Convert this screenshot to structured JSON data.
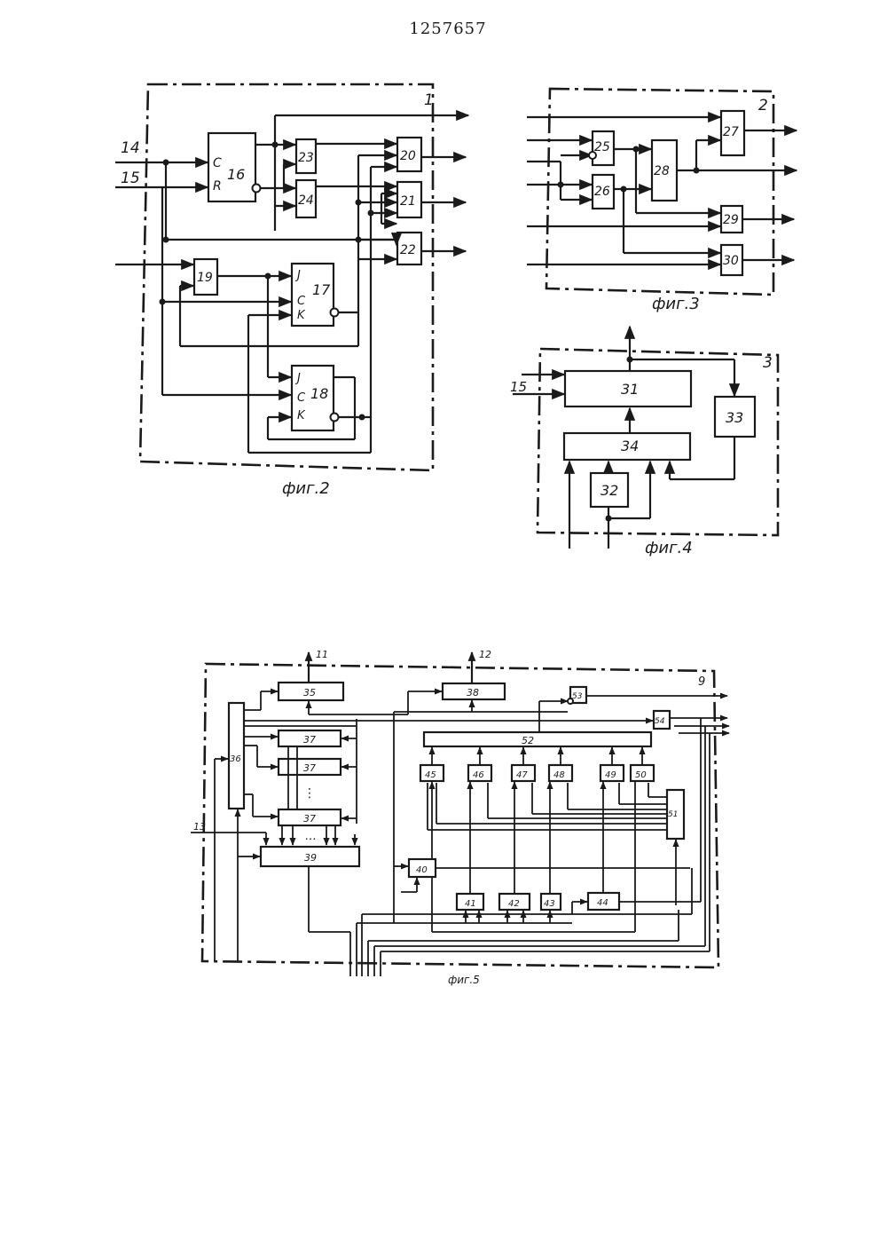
{
  "document": {
    "patent_number": "1257657"
  },
  "fig2": {
    "caption": "фиг.2",
    "frame_label": "1",
    "inputs": {
      "in14": "14",
      "in15": "15"
    },
    "blocks": {
      "b16": "16",
      "b16_c": "C",
      "b16_r": "R",
      "b17": "17",
      "b17_j": "J",
      "b17_c": "C",
      "b17_k": "K",
      "b18": "18",
      "b18_j": "J",
      "b18_c": "C",
      "b18_k": "K",
      "b19": "19",
      "b20": "20",
      "b21": "21",
      "b22": "22",
      "b23": "23",
      "b24": "24"
    }
  },
  "fig3": {
    "caption": "фиг.3",
    "frame_label": "2",
    "blocks": {
      "b25": "25",
      "b26": "26",
      "b27": "27",
      "b28": "28",
      "b29": "29",
      "b30": "30"
    }
  },
  "fig4": {
    "caption": "фиг.4",
    "frame_label": "3",
    "inputs": {
      "in15": "15"
    },
    "blocks": {
      "b31": "31",
      "b32": "32",
      "b33": "33",
      "b34": "34"
    }
  },
  "fig5": {
    "caption": "фиг.5",
    "frame_label": "9",
    "inputs": {
      "in13": "13"
    },
    "outputs": {
      "out11": "11",
      "out12": "12"
    },
    "ellipsis": "…",
    "blocks": {
      "b35": "35",
      "b36": "36",
      "b37a": "37",
      "b37b": "37",
      "b37c": "37",
      "b38": "38",
      "b39": "39",
      "b40": "40",
      "b41": "41",
      "b42": "42",
      "b43": "43",
      "b44": "44",
      "b45": "45",
      "b46": "46",
      "b47": "47",
      "b48": "48",
      "b49": "49",
      "b50": "50",
      "b51": "51",
      "b52": "52",
      "b53": "53",
      "b54": "54"
    }
  }
}
